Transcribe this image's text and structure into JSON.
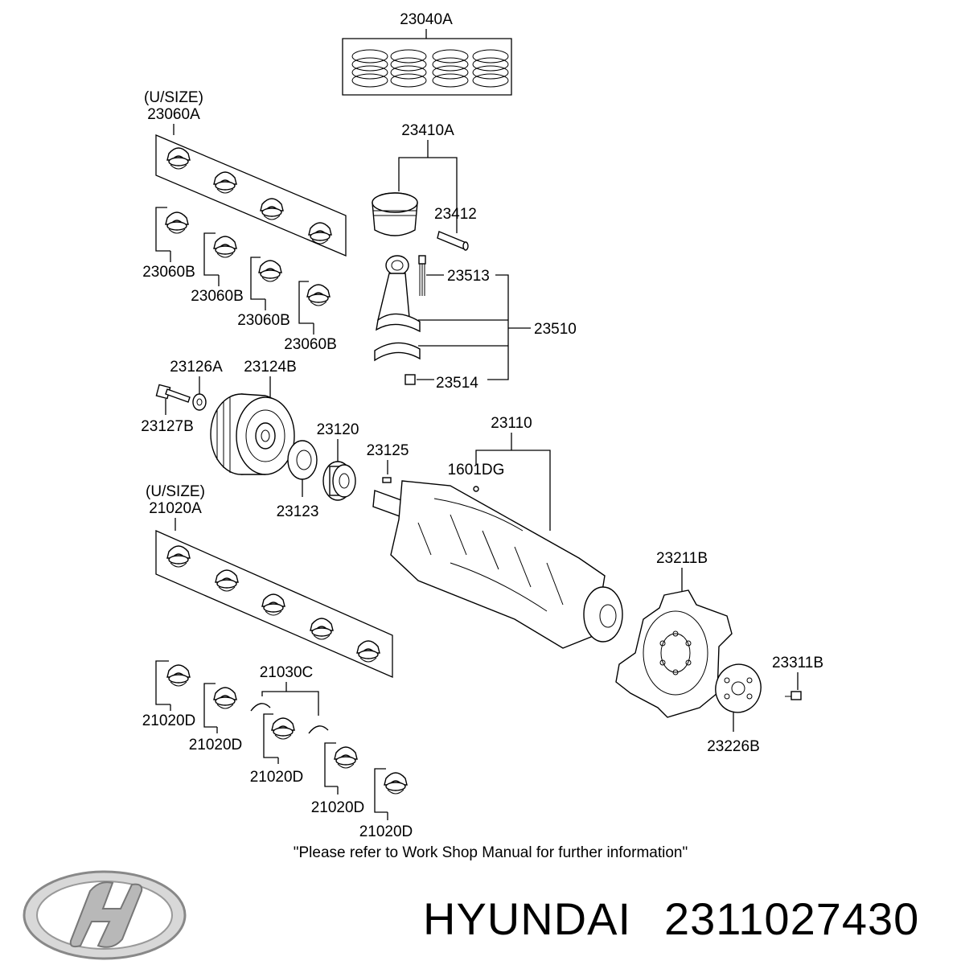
{
  "labels": {
    "rings": "23040A",
    "upper_bearing_note": "(U/SIZE)",
    "upper_bearing_set": "23060A",
    "upper_bearing_1": "23060B",
    "upper_bearing_2": "23060B",
    "upper_bearing_3": "23060B",
    "upper_bearing_4": "23060B",
    "piston_assy": "23410A",
    "piston_pin": "23412",
    "conrod_bolt": "23513",
    "conrod_assy": "23510",
    "conrod_nut": "23514",
    "pulley_washer": "23126A",
    "damper_pulley": "23124B",
    "pulley_bolt": "23127B",
    "sprocket": "23120",
    "flange": "23123",
    "key": "23125",
    "crankshaft": "23110",
    "plug": "1601DG",
    "main_bearing_note": "(U/SIZE)",
    "main_bearing_set": "21020A",
    "thrust_washer": "21030C",
    "main_bearing_1": "21020D",
    "main_bearing_2": "21020D",
    "main_bearing_3": "21020D",
    "main_bearing_4": "21020D",
    "main_bearing_5": "21020D",
    "drive_plate": "23211B",
    "plate_bolt": "23311B",
    "adapter_plate": "23226B"
  },
  "footer_note": "\"Please refer to Work Shop Manual for further information\"",
  "brand": {
    "name": "HYUNDAI",
    "part_number": "2311027430",
    "logo": "hyundai-logo"
  }
}
